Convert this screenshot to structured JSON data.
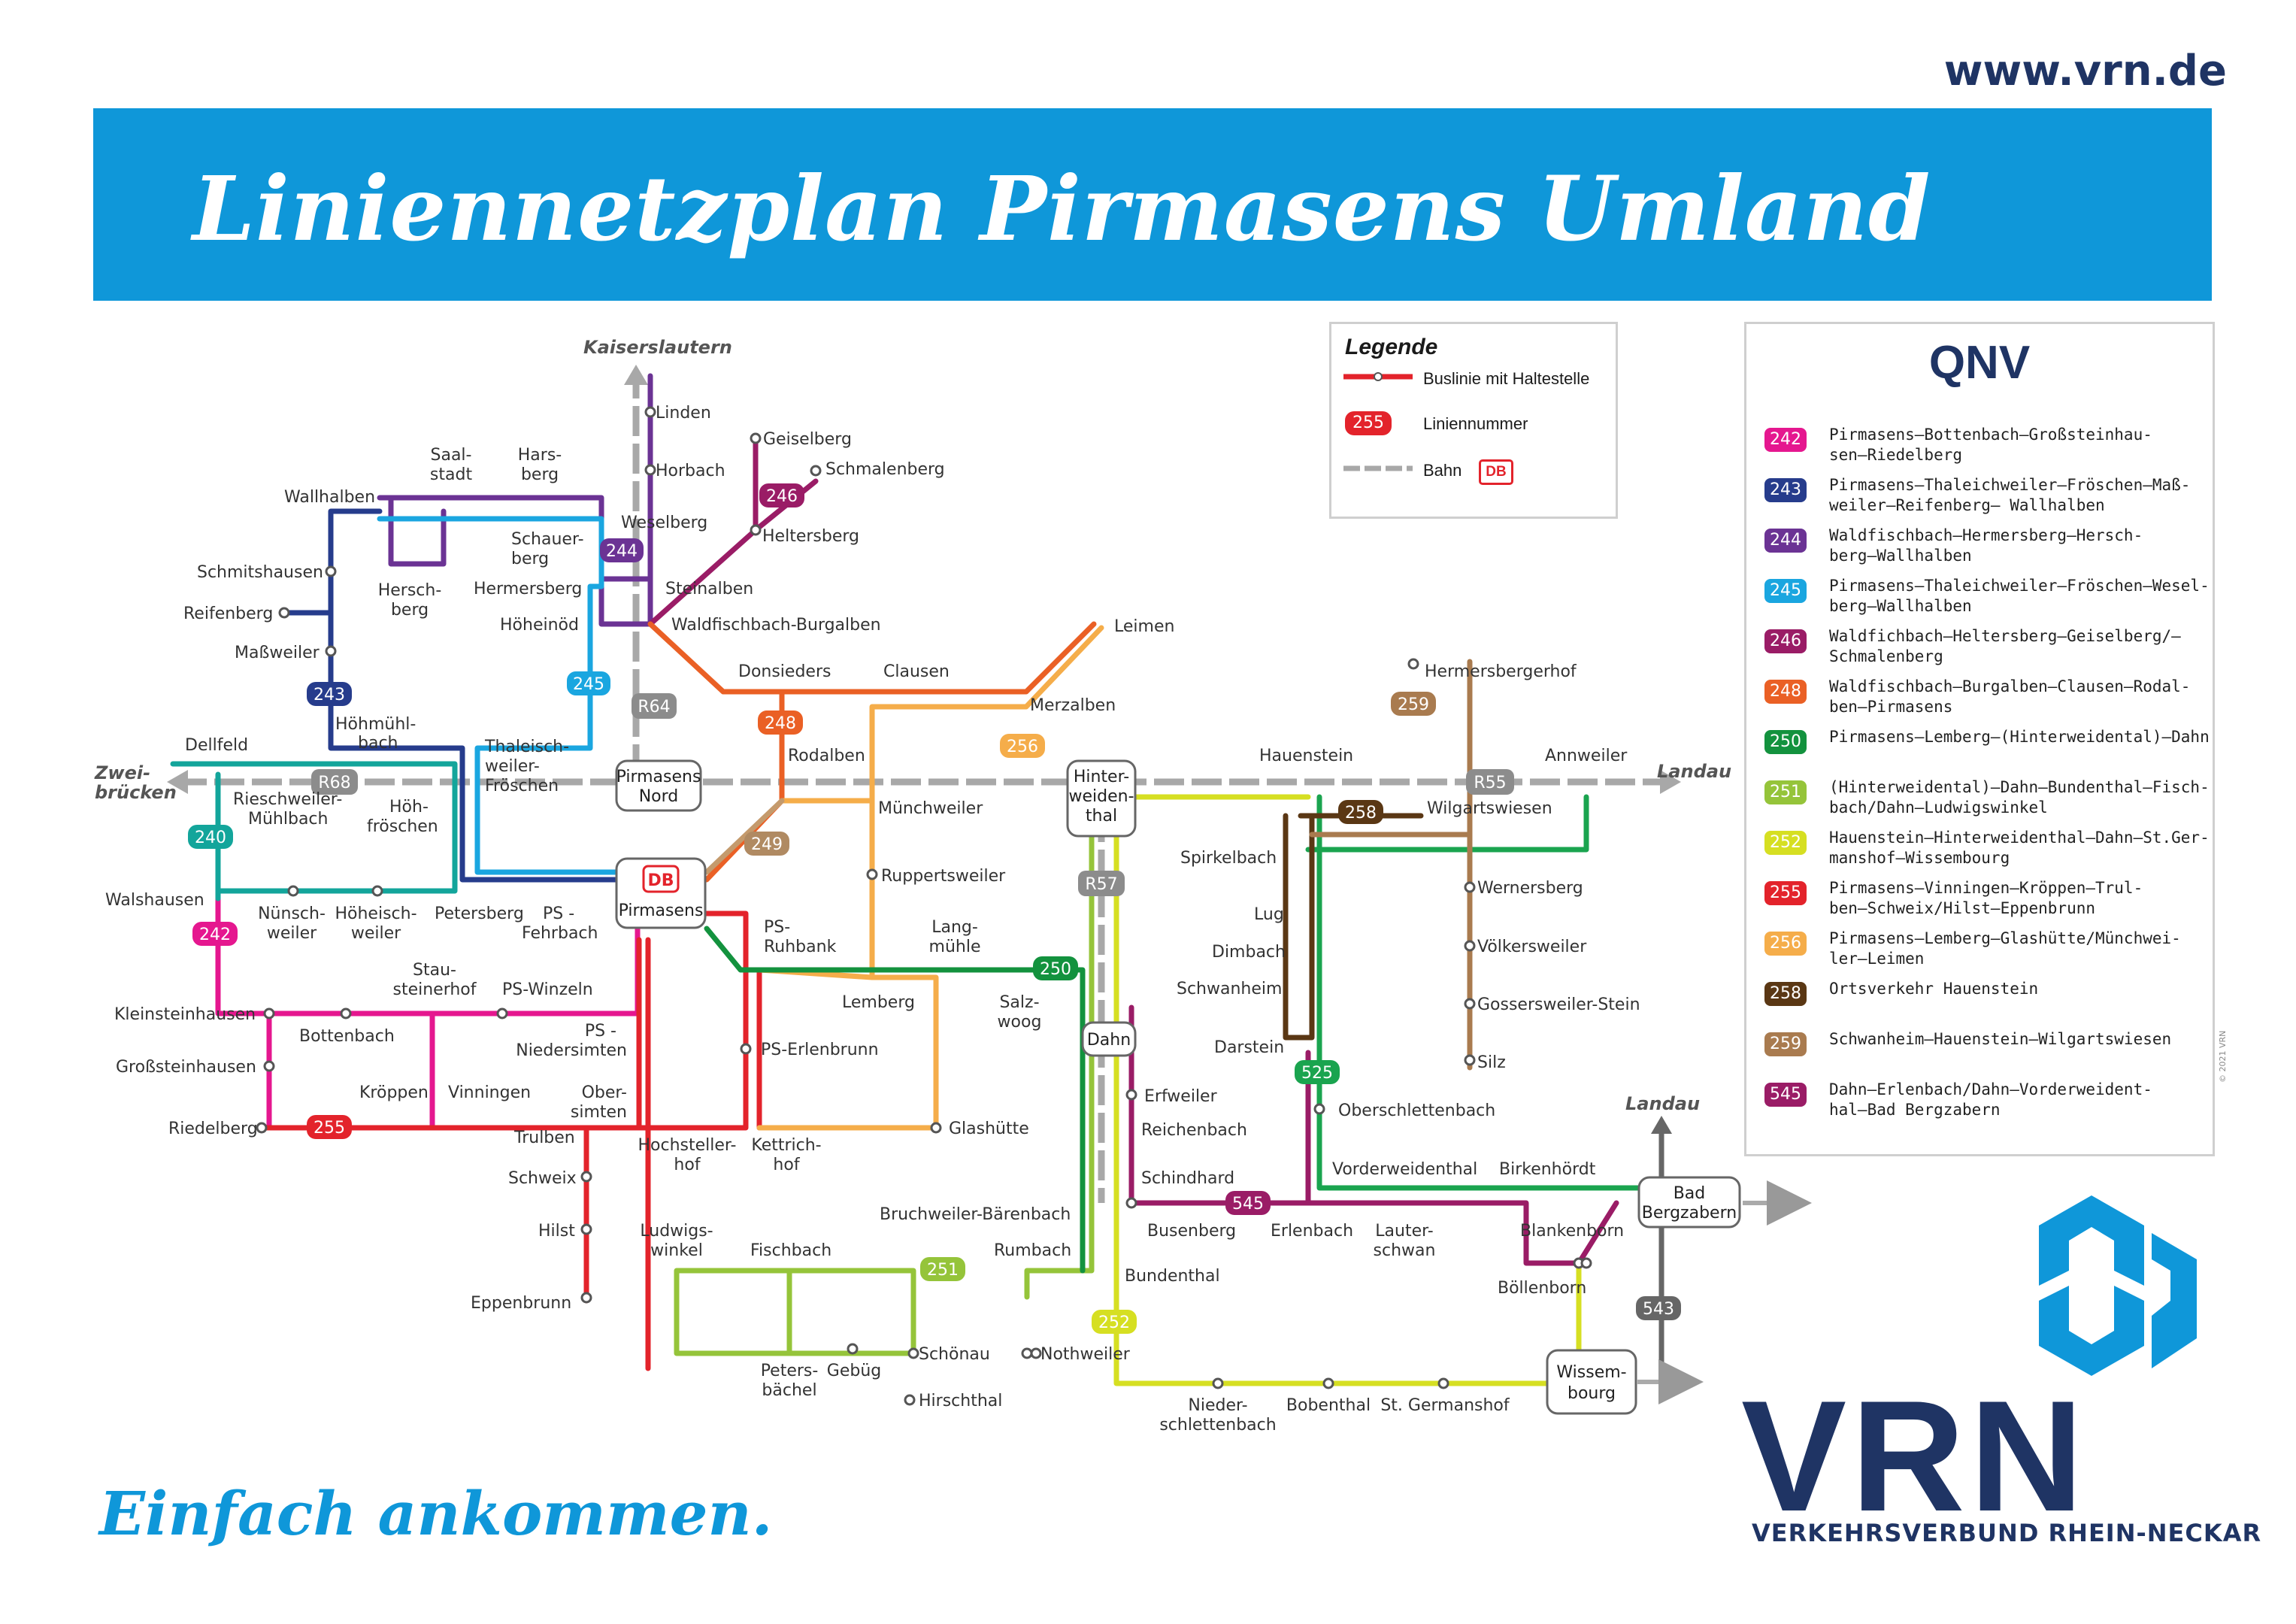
{
  "url": "www.vrn.de",
  "title": "Liniennetzplan Pirmasens Umland",
  "slogan": "Einfach ankommen.",
  "brand": {
    "logo": "VRN",
    "subtitle": "VERKEHRSVERBUND RHEIN-NECKAR",
    "copyright": "© 2021 VRN"
  },
  "legend": {
    "title": "Legende",
    "bus_line": "Buslinie mit Haltestelle",
    "line_number": "Liniennummer",
    "line_number_example": "255",
    "rail": "Bahn",
    "db": "DB"
  },
  "qnv": {
    "title": "QNV",
    "lines": [
      {
        "num": "242",
        "color": "#e5178f",
        "desc": "Pirmasens–Bottenbach–Großsteinhau-\nsen–Riedelberg"
      },
      {
        "num": "243",
        "color": "#263c8c",
        "desc": "Pirmasens–Thaleichweiler–Fröschen–Maß-\nweiler–Reifenberg– Wallhalben"
      },
      {
        "num": "244",
        "color": "#6b3394",
        "desc": "Waldfischbach–Hermersberg–Hersch-\nberg–Wallhalben"
      },
      {
        "num": "245",
        "color": "#1aa6e0",
        "desc": "Pirmasens–Thaleichweiler–Fröschen–Wesel-\nberg–Wallhalben"
      },
      {
        "num": "246",
        "color": "#9a1c66",
        "desc": "Waldfichbach–Heltersberg–Geiselberg/–\nSchmalenberg"
      },
      {
        "num": "248",
        "color": "#ea6025",
        "desc": "Waldfischbach–Burgalben–Clausen–Rodal-\nben–Pirmasens"
      },
      {
        "num": "250",
        "color": "#13923e",
        "desc": "Pirmasens–Lemberg–(Hinterweidental)–Dahn"
      },
      {
        "num": "251",
        "color": "#95c43a",
        "desc": "(Hinterweidental)–Dahn–Bundenthal–Fisch-\nbach/Dahn–Ludwigswinkel"
      },
      {
        "num": "252",
        "color": "#d6df22",
        "desc": "Hauenstein–Hinterweidenthal–Dahn–St.Ger-\nmanshof–Wissembourg"
      },
      {
        "num": "255",
        "color": "#e3232b",
        "desc": "Pirmasens–Vinningen–Kröppen–Trul-\nben–Schweix/Hilst–Eppenbrunn"
      },
      {
        "num": "256",
        "color": "#f5ad4a",
        "desc": "Pirmasens–Lemberg–Glashütte/Münchwei-\nler–Leimen"
      },
      {
        "num": "258",
        "color": "#5a3714",
        "desc": "Ortsverkehr Hauenstein"
      },
      {
        "num": "259",
        "color": "#a97b4f",
        "desc": "Schwanheim–Hauenstein–Wilgartswiesen"
      },
      {
        "num": "545",
        "color": "#9a1c66",
        "desc": "Dahn–Erlenbach/Dahn–Vorderweident-\nhal–Bad Bergzabern"
      }
    ]
  },
  "map": {
    "directions": {
      "north": "Kaiserslautern",
      "west1": "Zwei-",
      "west2": "brücken",
      "east": "Landau",
      "southeast": "Landau"
    },
    "rail_lines": [
      "R64",
      "R68",
      "R55",
      "R57"
    ],
    "line_badges": [
      "243",
      "244",
      "245",
      "246",
      "248",
      "240",
      "242",
      "249",
      "256",
      "259",
      "258",
      "250",
      "525",
      "545",
      "251",
      "252",
      "255",
      "543"
    ],
    "hubs": [
      "Pirmasens Nord",
      "Pirmasens",
      "Hinter-weiden-thal",
      "Dahn",
      "Bad Bergzabern",
      "Wissem-bourg"
    ],
    "stops": [
      "Linden",
      "Horbach",
      "Geiselberg",
      "Schmalenberg",
      "Heltersberg",
      "Saal-stadt",
      "Hars-berg",
      "Wallhalben",
      "Schauer-berg",
      "Weselberg",
      "Schmitshausen",
      "Hersch-berg",
      "Hermersberg",
      "Steinalben",
      "Reifenberg",
      "Höheinöd",
      "Waldfischbach-Burgalben",
      "Maßweiler",
      "Leimen",
      "Donsieders",
      "Clausen",
      "Merzalben",
      "Hermersbergerhof",
      "Höhmühl-bach",
      "Dellfeld",
      "Rodalben",
      "Hauenstein",
      "Annweiler",
      "Thaleisch-weiler-Fröschen",
      "Rieschweiler-Mühlbach",
      "Höh-fröschen",
      "Münchweiler",
      "Wilgartswiesen",
      "Spirkelbach",
      "Wernersberg",
      "Ruppertsweiler",
      "Walshausen",
      "Nünsch-weiler",
      "Höheisch-weiler",
      "Petersberg",
      "PS - Fehrbach",
      "PS-Ruhbank",
      "Lang-mühle",
      "Lug",
      "Dimbach",
      "Völkersweiler",
      "Schwanheim",
      "Lemberg",
      "Salz-woog",
      "Gossersweiler-Stein",
      "Stau-steinerhof",
      "PS-Winzeln",
      "Kleinsteinhausen",
      "PS - Niedersimten",
      "Bottenbach",
      "PS-Erlenbrunn",
      "Darstein",
      "Silz",
      "Großsteinhausen",
      "Kröppen",
      "Vinningen",
      "Ober-simten",
      "Erfweiler",
      "Oberschlettenbach",
      "Riedelberg",
      "Trulben",
      "Glashütte",
      "Reichenbach",
      "Hochsteller-hof",
      "Kettrich-hof",
      "Schweix",
      "Schindhard",
      "Vorderweidenthal",
      "Birkenhördt",
      "Busenberg",
      "Erlenbach",
      "Lauter-schwan",
      "Blankenborn",
      "Bruchweiler-Bärenbach",
      "Hilst",
      "Ludwigs-winkel",
      "Fischbach",
      "Rumbach",
      "Bundenthal",
      "Böllenborn",
      "Eppenbrunn",
      "Schönau",
      "Nothweiler",
      "Peters-bächel",
      "Gebüg",
      "Hirschthal",
      "Nieder-schlettenbach",
      "Bobenthal",
      "St. Germanshof"
    ]
  }
}
